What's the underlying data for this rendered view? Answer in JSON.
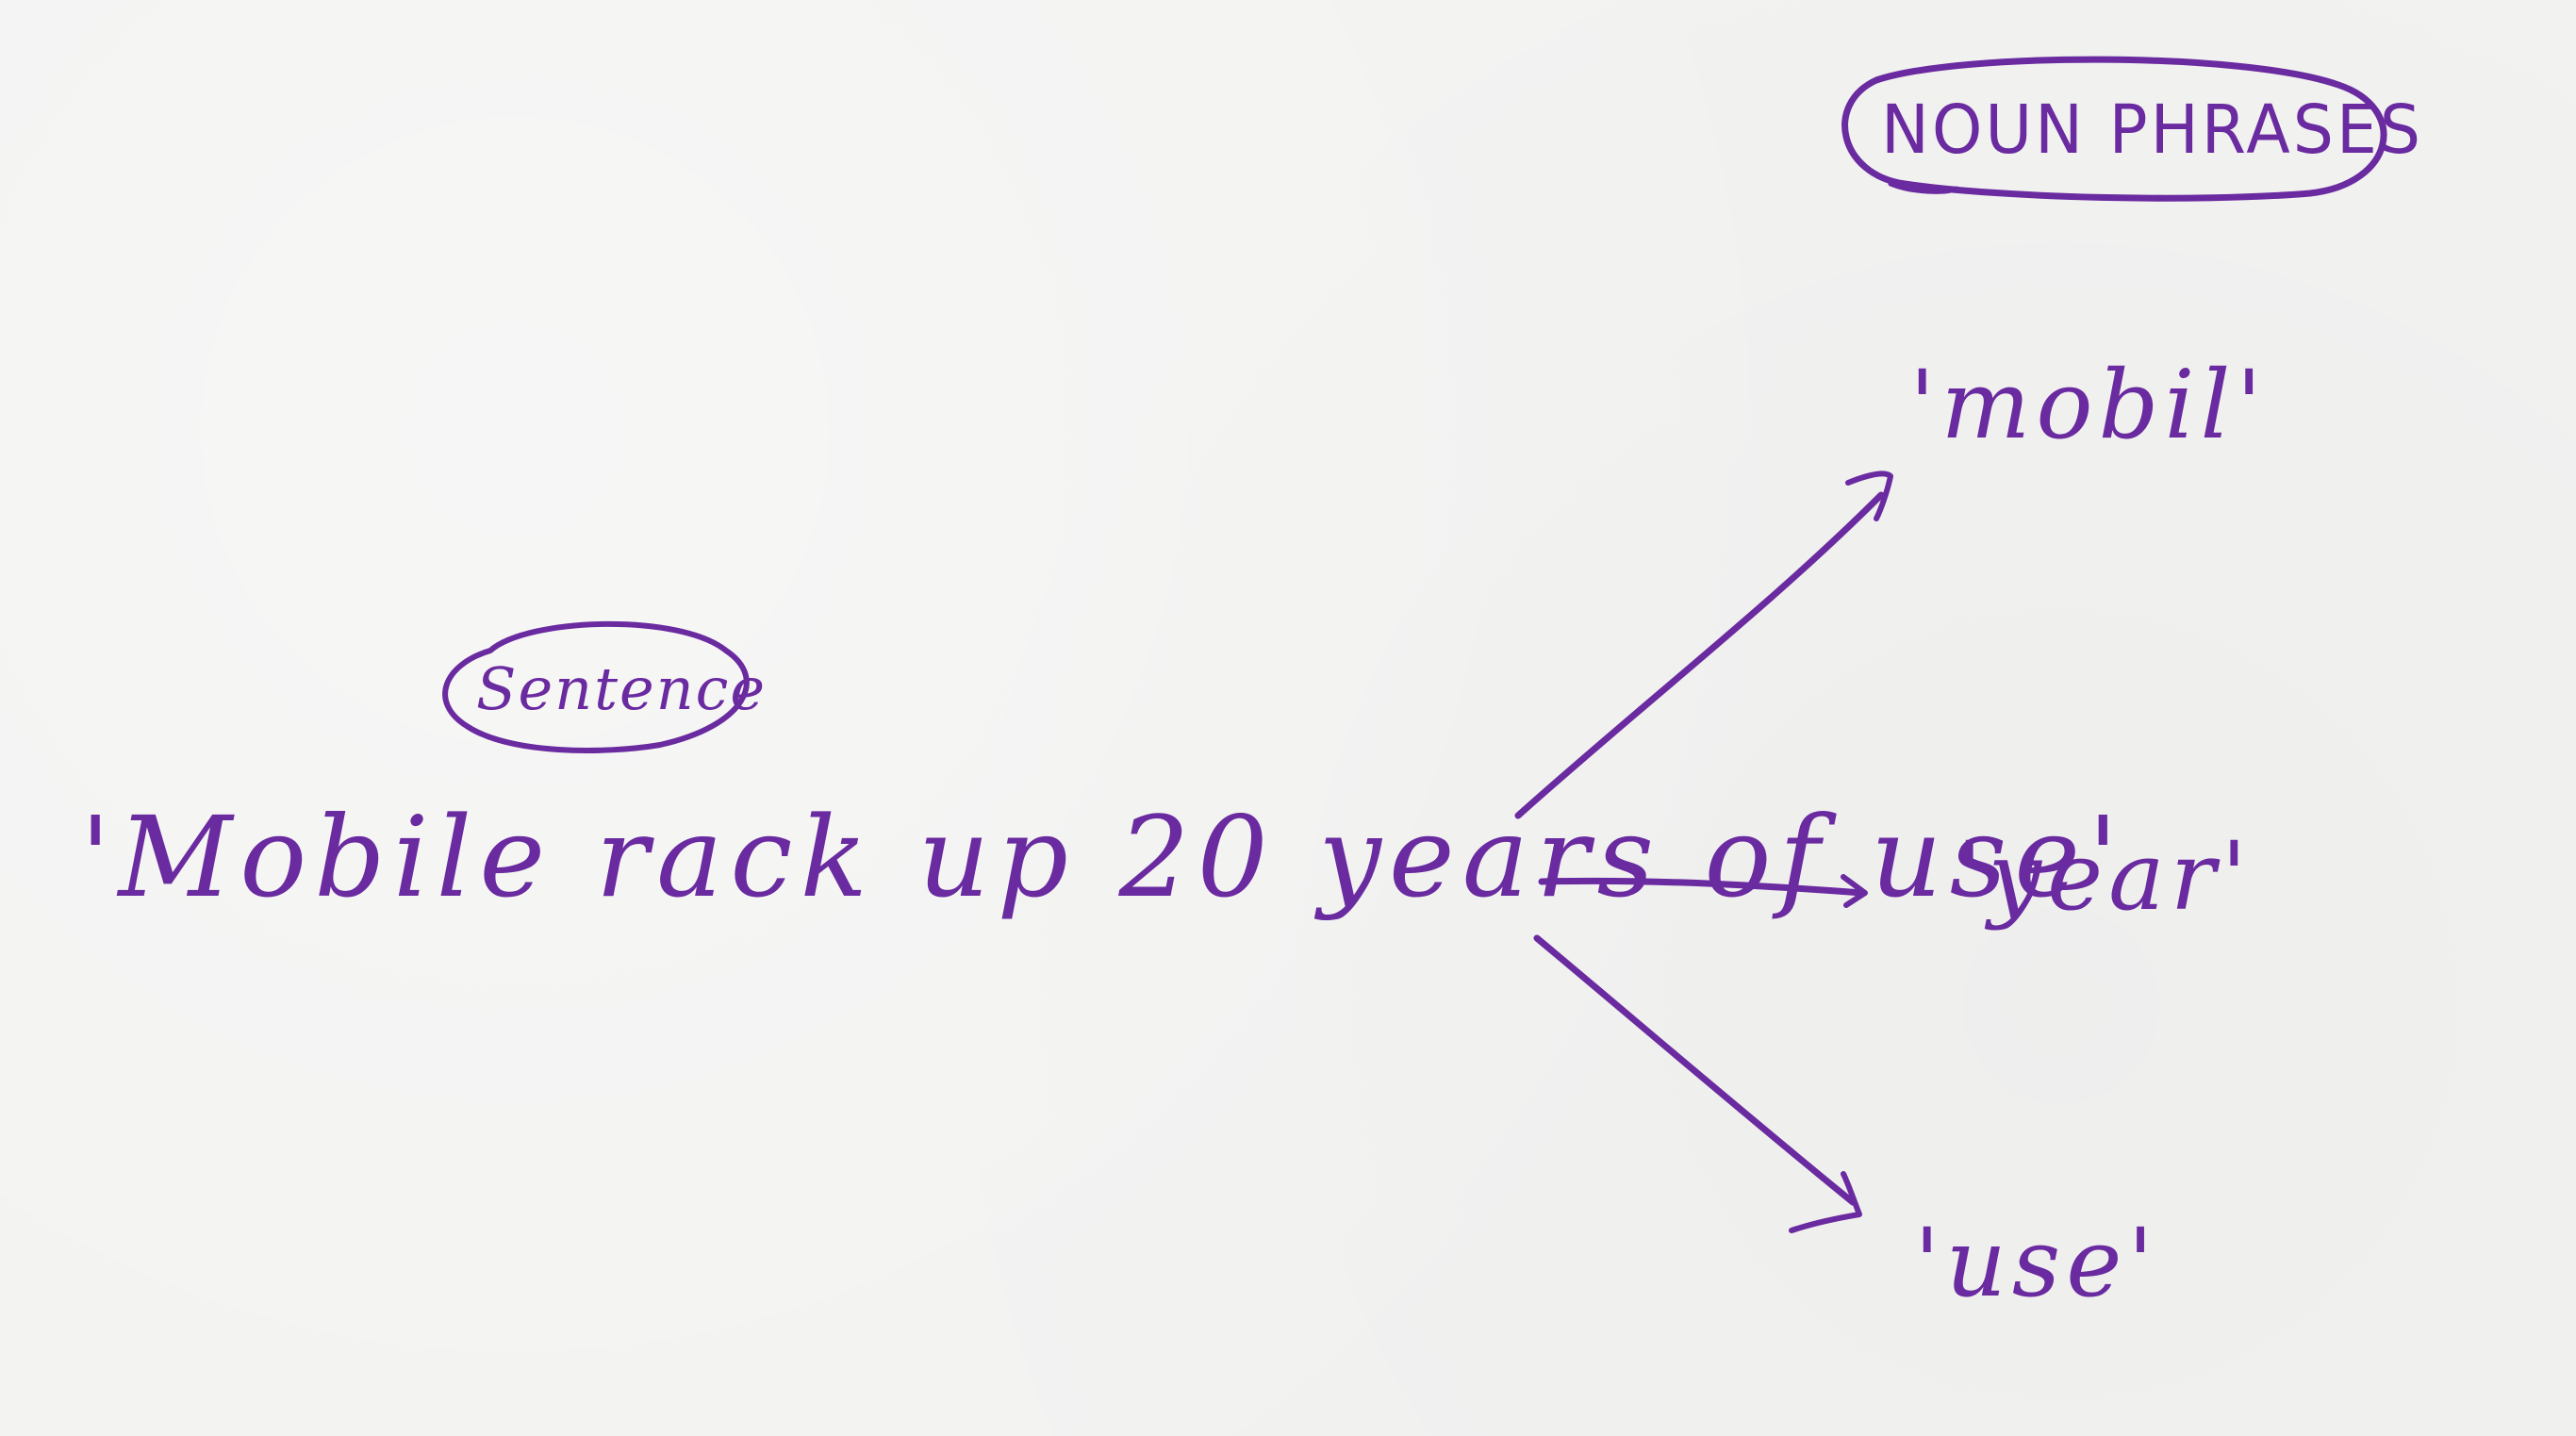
{
  "diagram": {
    "ink_color": "#6a2aa0",
    "background_color": "#f2f2f1",
    "sentence_label": "Sentence",
    "sentence": "'Mobile rack up 20 years of use'",
    "phrases_label": "NOUN PHRASES",
    "phrases": [
      {
        "text": "'mobil'"
      },
      {
        "text": "'year'"
      },
      {
        "text": "'use'"
      }
    ]
  }
}
